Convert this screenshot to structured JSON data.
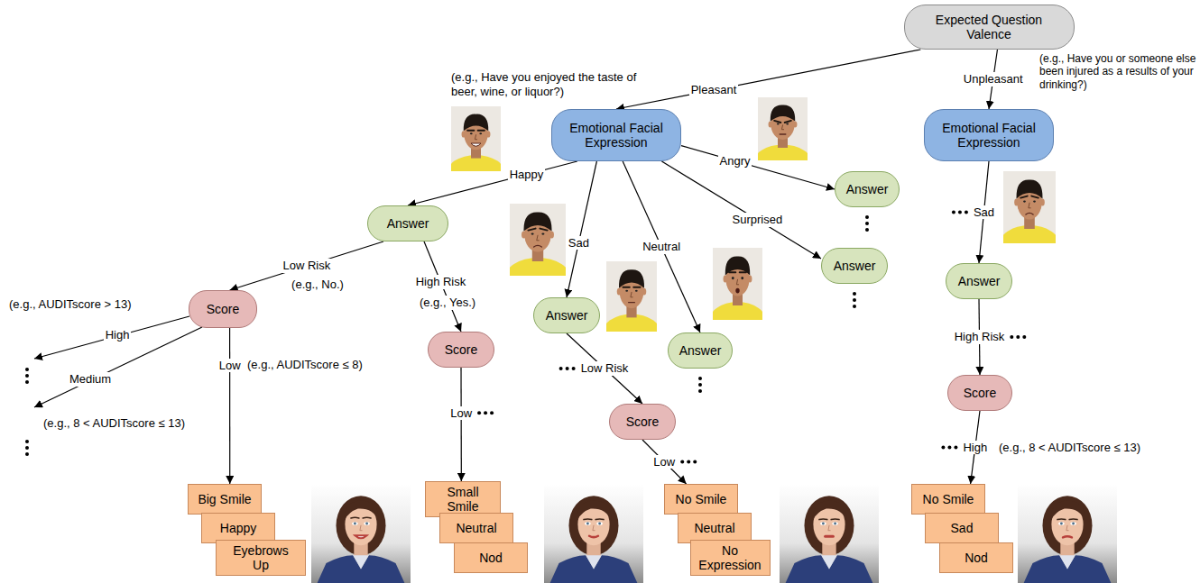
{
  "diagram": {
    "nodes": [
      {
        "text": [
          "Expected Question Valence"
        ]
      },
      {
        "text": [
          "Emotional Facial Expression"
        ]
      },
      {
        "text": [
          "Emotional Facial Expression"
        ]
      },
      {
        "text": [
          "Answer"
        ]
      },
      {
        "text": [
          "Answer"
        ]
      },
      {
        "text": [
          "Answer"
        ]
      },
      {
        "text": [
          "Answer"
        ]
      },
      {
        "text": [
          "Answer"
        ]
      },
      {
        "text": [
          "Answer"
        ]
      },
      {
        "text": [
          "Score"
        ]
      },
      {
        "text": [
          "Score"
        ]
      },
      {
        "text": [
          "Score"
        ]
      },
      {
        "text": [
          "Score"
        ]
      },
      {
        "text": [
          "Big Smile"
        ]
      },
      {
        "text": [
          "Happy"
        ]
      },
      {
        "text": [
          "Eyebrows Up"
        ]
      },
      {
        "text": [
          "Small Smile"
        ]
      },
      {
        "text": [
          "Neutral"
        ]
      },
      {
        "text": [
          "Nod"
        ]
      },
      {
        "text": [
          "No Smile"
        ]
      },
      {
        "text": [
          "Neutral"
        ]
      },
      {
        "text": [
          "No Expression"
        ]
      },
      {
        "text": [
          "No Smile"
        ]
      },
      {
        "text": [
          "Sad"
        ]
      },
      {
        "text": [
          "Nod"
        ]
      }
    ],
    "edges": [
      {
        "from": 0,
        "to": 1,
        "label": "Pleasant",
        "arrow": "to"
      },
      {
        "from": 0,
        "to": 2,
        "label": "Unpleasant",
        "arrow": "to"
      },
      {
        "from": 1,
        "to": 3,
        "label": "Happy",
        "arrow": "to"
      },
      {
        "from": 1,
        "to": 4,
        "label": "Angry",
        "arrow": "to"
      },
      {
        "from": 1,
        "to": 5,
        "label": "Surprised",
        "arrow": "to"
      },
      {
        "from": 1,
        "to": 6,
        "label": "Sad",
        "arrow": "to"
      },
      {
        "from": 1,
        "to": 7,
        "label": "Neutral",
        "arrow": "to"
      },
      {
        "from": 2,
        "to": 8,
        "label": "Sad",
        "arrow": "to"
      },
      {
        "from": 3,
        "to": 9,
        "label": "Low Risk",
        "arrow": "to"
      },
      {
        "from": 3,
        "to": 10,
        "label": "High Risk",
        "arrow": "to"
      },
      {
        "from": 6,
        "to": 11,
        "label": "Low Risk",
        "arrow": "to"
      },
      {
        "from": 8,
        "to": 12,
        "label": "High Risk",
        "arrow": "to"
      },
      {
        "from": 9,
        "to": 13,
        "label": "Low",
        "arrow": "to"
      },
      {
        "from": 10,
        "to": 16,
        "label": "Low",
        "arrow": "to"
      },
      {
        "from": 11,
        "to": 19,
        "label": "Low",
        "arrow": "to"
      },
      {
        "from": 12,
        "to": 22,
        "label": "High",
        "arrow": "to"
      }
    ],
    "labels": [
      "(e.g., Have you enjoyed the taste of beer, wine, or liquor?)",
      "(e.g., Have you or someone else been injured as a results of your drinking?)",
      "(e.g., AUDITscore > 13)",
      "High",
      "Medium",
      "(e.g., 8 < AUDITscore ≤ 13)",
      "(e.g., AUDITscore ≤ 8)",
      "(e.g., No.)",
      "(e.g., Yes.)",
      "(e.g., 8 < AUDITscore ≤ 13)"
    ]
  }
}
